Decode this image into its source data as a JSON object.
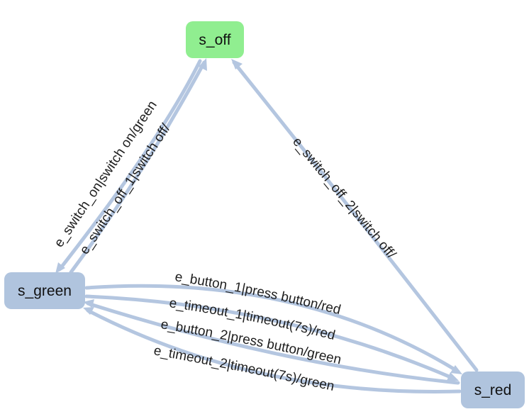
{
  "diagram": {
    "nodes": [
      {
        "id": "s_off",
        "label": "s_off",
        "color": "#90ee90"
      },
      {
        "id": "s_green",
        "label": "s_green",
        "color": "#b0c4de"
      },
      {
        "id": "s_red",
        "label": "s_red",
        "color": "#b0c4de"
      }
    ],
    "edges": [
      {
        "from": "s_off",
        "to": "s_green",
        "label": "e_switch_on|switch on/green"
      },
      {
        "from": "s_green",
        "to": "s_off",
        "label": "e_switch_off_1|switch off/"
      },
      {
        "from": "s_red",
        "to": "s_off",
        "label": "e_switch_off_2|switch off/"
      },
      {
        "from": "s_green",
        "to": "s_red",
        "label": "e_button_1|press button/red"
      },
      {
        "from": "s_green",
        "to": "s_red",
        "label": "e_timeout_1|timeout(7s)/red"
      },
      {
        "from": "s_red",
        "to": "s_green",
        "label": "e_button_2|press button/green"
      },
      {
        "from": "s_red",
        "to": "s_green",
        "label": "e_timeout_2|timeout(7s)/green"
      }
    ],
    "edge_color": "#b4c6e0"
  }
}
